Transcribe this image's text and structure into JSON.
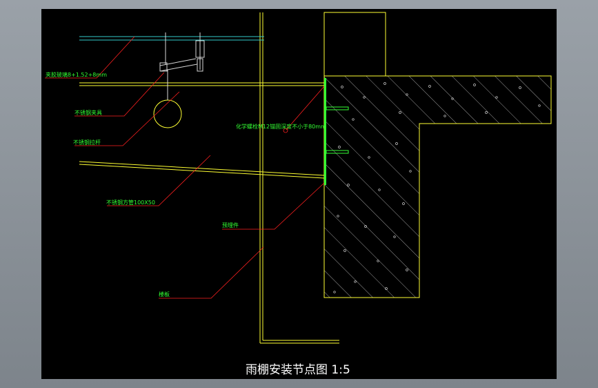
{
  "drawing": {
    "title": "雨棚安装节点图 1:5",
    "labels": {
      "glass": "夹胶玻璃8+1.52+8mm",
      "clamp": "不锈钢夹具",
      "tie_rod": "不锈钢拉杆",
      "beam": "不锈钢方管100X50",
      "anchor_bolt": "化学螺栓M12锚固深度不小于80mm",
      "embed_plate": "预埋件",
      "slab": "楼板"
    }
  },
  "colors": {
    "background": "#000000",
    "outline": "#ffff33",
    "glass": "#33cccc",
    "leader": "#ff2020",
    "text": "#33ff33",
    "hatch": "#e8e8e8"
  }
}
